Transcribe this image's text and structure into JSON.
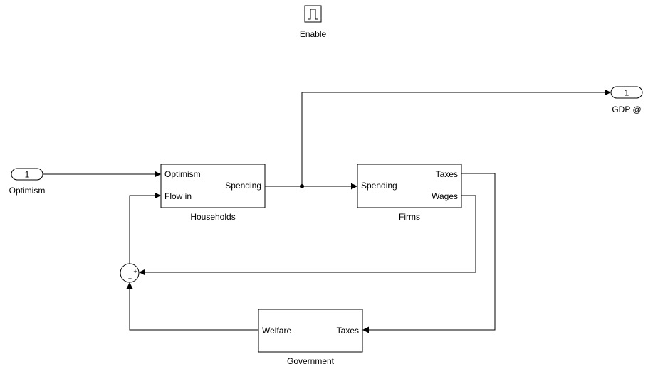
{
  "enable": {
    "label": "Enable"
  },
  "inports": [
    {
      "number": "1",
      "label": "Optimism"
    }
  ],
  "outports": [
    {
      "number": "1",
      "label": "GDP @"
    }
  ],
  "blocks": {
    "households": {
      "label": "Households",
      "in_ports": [
        "Optimism",
        "Flow in"
      ],
      "out_ports": [
        "Spending"
      ]
    },
    "firms": {
      "label": "Firms",
      "in_ports": [
        "Spending"
      ],
      "out_ports": [
        "Taxes",
        "Wages"
      ]
    },
    "government": {
      "label": "Government",
      "in_ports": [
        "Taxes"
      ],
      "out_ports": [
        "Welfare"
      ]
    }
  },
  "sum": {
    "signs": [
      "+",
      "+"
    ]
  }
}
